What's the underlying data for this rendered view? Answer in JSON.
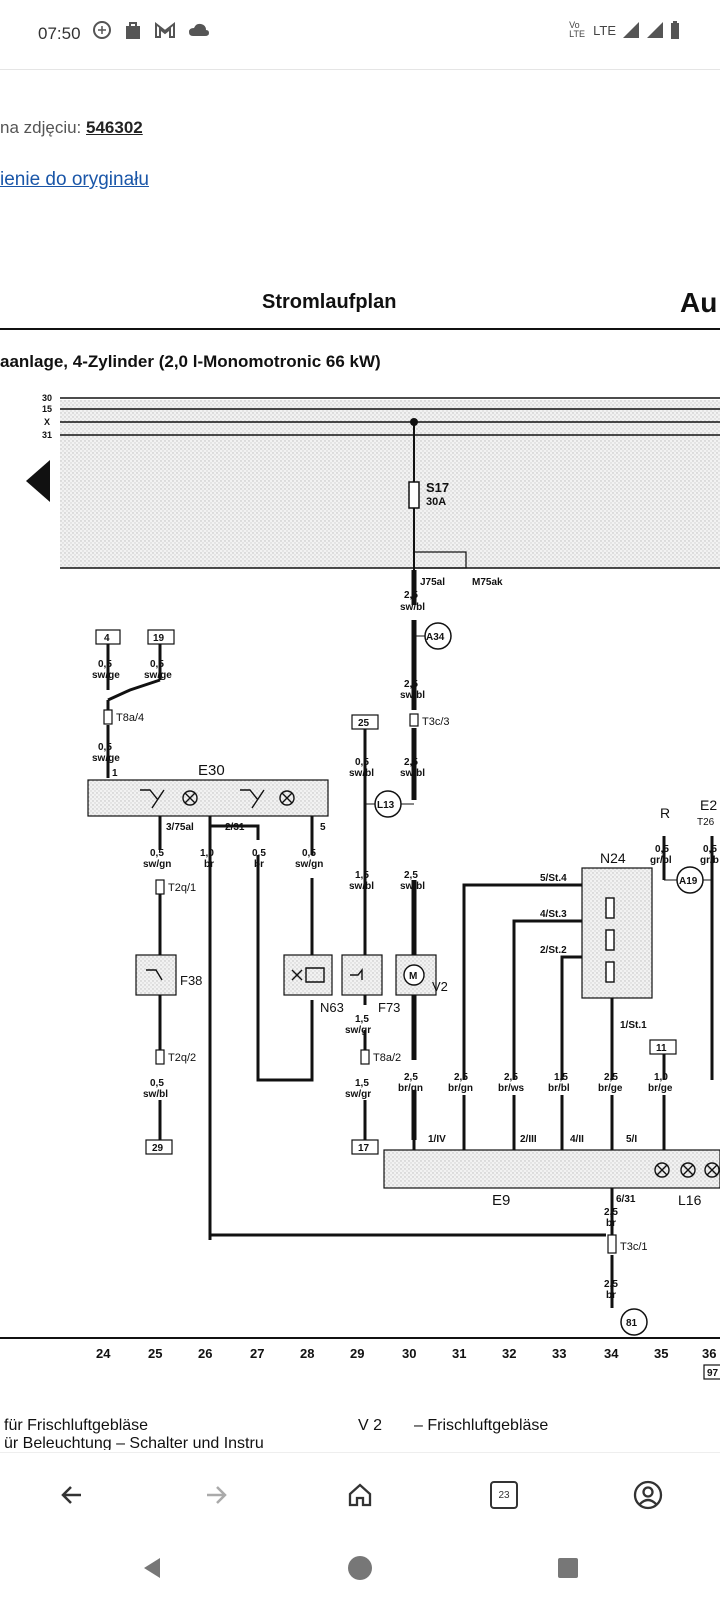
{
  "status_bar": {
    "time": "07:50",
    "network": "LTE",
    "volte": "Vo) LTE",
    "icons": [
      "shield-icon",
      "shopping-bag-icon",
      "gmail-icon",
      "cloud-icon",
      "volte-icon",
      "signal-icon",
      "signal-icon",
      "battery-icon"
    ]
  },
  "page": {
    "photo_label": "na zdjęciu:",
    "photo_number": "546302",
    "original_link": "ienie do oryginału"
  },
  "diagram": {
    "header_title": "Stromlaufplan",
    "header_right": "Au",
    "subtitle": "aanlage, 4-Zylinder (2,0 l-Monomotronic 66 kW)",
    "bus_labels": [
      "30",
      "15",
      "X",
      "31"
    ],
    "fuse": {
      "name": "S17",
      "rating": "30A"
    },
    "relay_labels": [
      "J75al",
      "M75ak"
    ],
    "components": {
      "E30": "E30",
      "E9": "E9",
      "N24": "N24",
      "N63": "N63",
      "F73": "F73",
      "F38": "F38",
      "V2": "V2",
      "L16": "L16",
      "R": "R",
      "E2": "E2",
      "T26": "T26"
    },
    "circles": [
      "A34",
      "L13",
      "A19",
      "81"
    ],
    "boxes": [
      "4",
      "19",
      "25",
      "29",
      "17",
      "11",
      "97"
    ],
    "connectors": [
      "T8a/4",
      "T3c/3",
      "T2q/1",
      "T2q/2",
      "T8a/2",
      "T3c/1"
    ],
    "wire_labels": {
      "top_25_sw_bl": "2,5",
      "sw_bl": "sw/bl",
      "s05": "0,5",
      "sw_ge": "sw/ge",
      "s15": "1,5",
      "s10": "1,0",
      "sw_gn": "sw/gn",
      "br": "br",
      "sw_gr": "sw/gr",
      "br_gn": "br/gn",
      "br_ws": "br/ws",
      "br_bl": "br/bl",
      "br_ge": "br/ge",
      "gr_bl": "gr/bl",
      "gr_b": "gr/b"
    },
    "pin_labels": [
      "3/75al",
      "2/31",
      "5",
      "1",
      "5/St.4",
      "4/St.3",
      "2/St.2",
      "1/St.1",
      "1/IV",
      "2/III",
      "4/II",
      "5/I",
      "6/31"
    ],
    "x_axis": [
      "24",
      "25",
      "26",
      "27",
      "28",
      "29",
      "30",
      "31",
      "32",
      "33",
      "34",
      "35",
      "36"
    ]
  },
  "legend": {
    "left": "für Frischluftgebläse",
    "left2": "ür Beleuchtung – Schalter und Instru",
    "right_code": "V 2",
    "right_text": "– Frischluftgebläse"
  },
  "toolbar": {
    "tab_count": "23"
  }
}
